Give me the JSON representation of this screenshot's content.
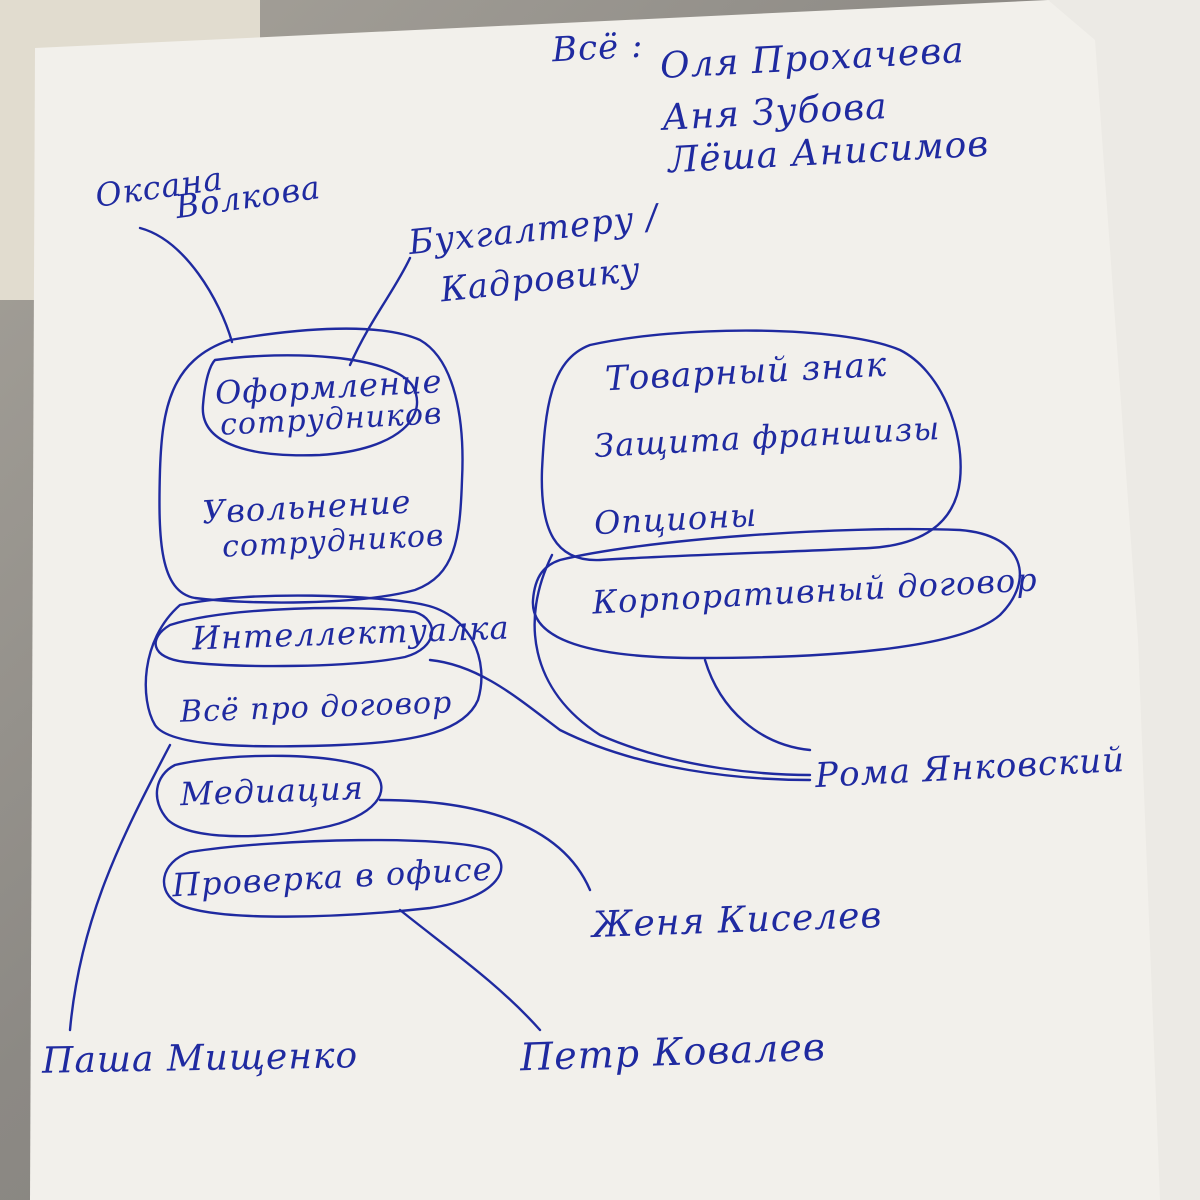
{
  "header": {
    "prefix": "Всё :",
    "names": [
      "Оля Прохачева",
      "Аня Зубова",
      "Лёша Анисимов"
    ]
  },
  "people": {
    "oksana_line1": "Оксана",
    "oksana_line2": "Волкова",
    "buh_line1": "Бухгалтеру /",
    "buh_line2": "Кадровику",
    "roma": "Рома Янковский",
    "zhenya": "Женя Киселев",
    "pasha": "Паша Мищенко",
    "petr": "Петр Ковалев"
  },
  "groups": {
    "hr": {
      "item1_line1": "Оформление",
      "item1_line2": "сотрудников",
      "item2_line1": "Увольнение",
      "item2_line2": "сотрудников"
    },
    "brand": {
      "item1": "Товарный знак",
      "item2": "Защита франшизы",
      "item3": "Опционы",
      "item4": "Корпоративный договор"
    },
    "ip": {
      "item1": "Интеллектуалка",
      "item2": "Всё про договор"
    },
    "misc": {
      "item1": "Медиация",
      "item2": "Проверка в офисе"
    }
  },
  "colors": {
    "ink": "#1f2aa0",
    "paper": "#f2f0eb"
  }
}
